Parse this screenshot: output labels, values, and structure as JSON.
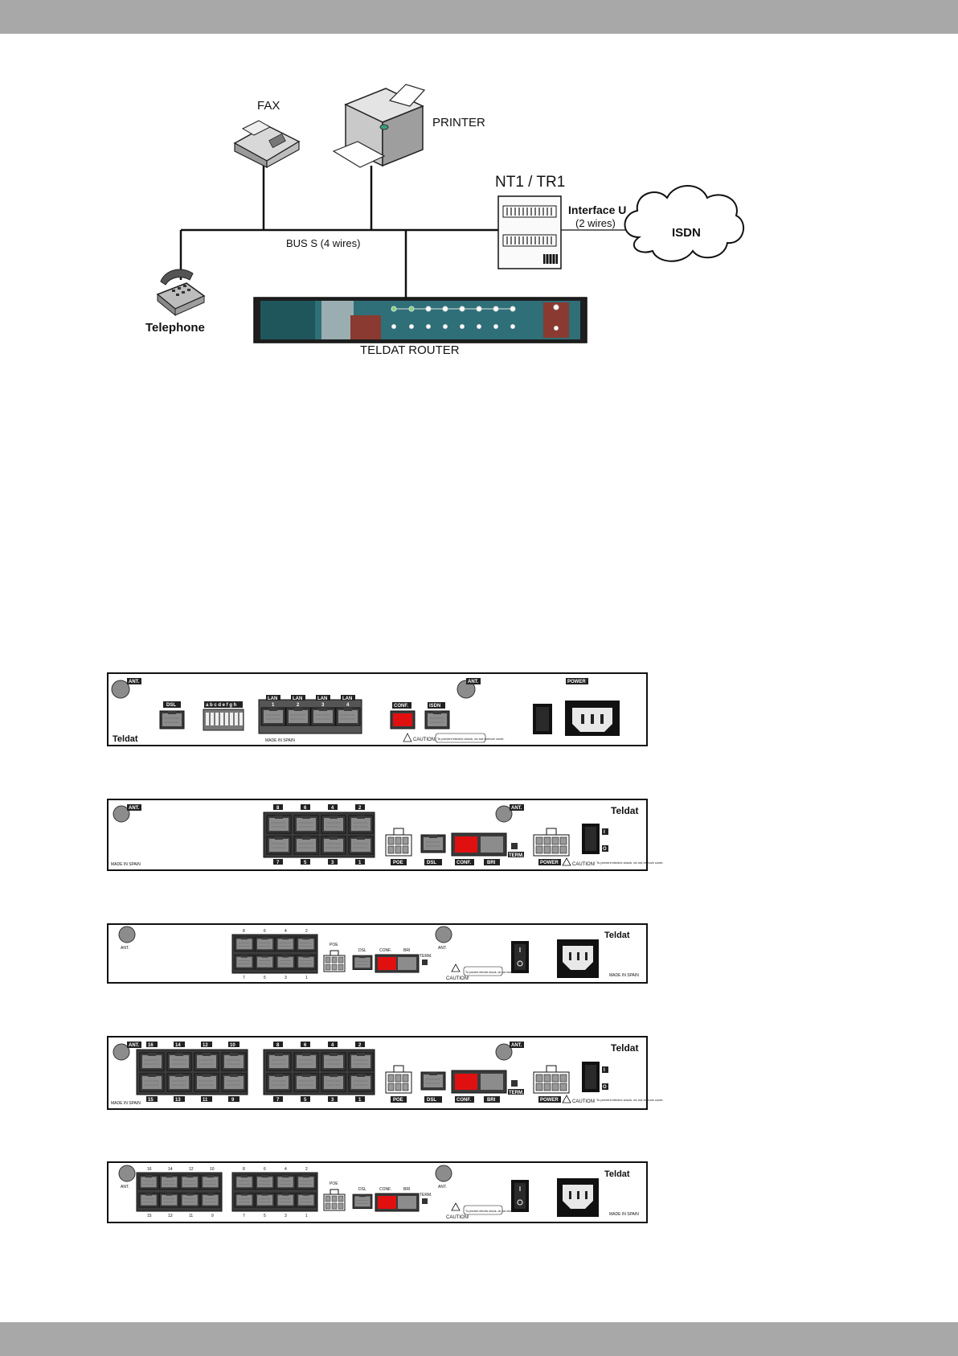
{
  "diagram": {
    "fax_label": "FAX",
    "printer_label": "PRINTER",
    "nt1_label": "NT1 / TR1",
    "interface_label": "Interface U",
    "interface_wires": "(2 wires)",
    "isdn_label": "ISDN",
    "bus_label": "BUS S (4 wires)",
    "telephone_label": "Telephone",
    "router_label": "TELDAT ROUTER"
  },
  "panels": {
    "brand": "Teldat",
    "ant": "ANT.",
    "power": "POWER",
    "dsl": "DSL",
    "conf": "CONF.",
    "isdn": "ISDN",
    "bri": "BRI",
    "poe": "POE",
    "term": "TERM.",
    "made_in_spain": "MADE IN SPAIN",
    "caution": "CAUTION!",
    "caution_text": "To prevent electric shock, do not remove cover.",
    "switch_labels": "a b c d e f g h",
    "lan": "LAN",
    "lan_ports": [
      "1",
      "2",
      "3",
      "4"
    ],
    "ports_top_8": [
      "8",
      "6",
      "4",
      "2"
    ],
    "ports_bottom_8": [
      "7",
      "5",
      "3",
      "1"
    ],
    "ports_top_16": [
      "16",
      "14",
      "12",
      "10"
    ],
    "ports_bottom_16": [
      "15",
      "13",
      "11",
      "9"
    ],
    "switch_on": "I",
    "switch_off": "O"
  }
}
